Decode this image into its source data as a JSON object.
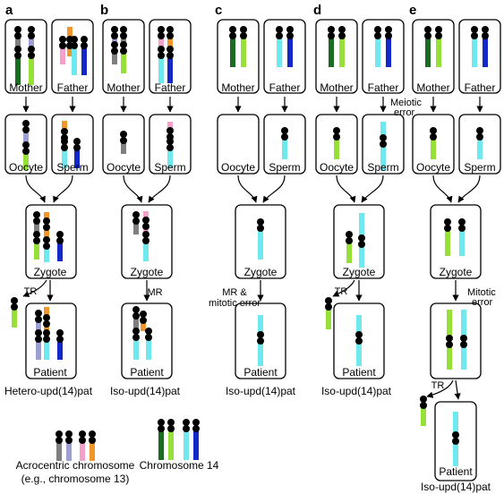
{
  "panels": {
    "a": {
      "letter": "a",
      "mother": "Mother",
      "father": "Father",
      "oocyte": "Oocyte",
      "sperm": "Sperm",
      "zygote": "Zygote",
      "patient": "Patient",
      "event": "TR",
      "caption": "Hetero-upd(14)pat"
    },
    "b": {
      "letter": "b",
      "mother": "Mother",
      "father": "Father",
      "oocyte": "Oocyte",
      "sperm": "Sperm",
      "zygote": "Zygote",
      "patient": "Patient",
      "event": "MR",
      "caption": "Iso-upd(14)pat"
    },
    "c": {
      "letter": "c",
      "mother": "Mother",
      "father": "Father",
      "oocyte": "Oocyte",
      "sperm": "Sperm",
      "zygote": "Zygote",
      "patient": "Patient",
      "event1": "MR &",
      "event2": "mitotic error",
      "caption": "Iso-upd(14)pat"
    },
    "d": {
      "letter": "d",
      "mother": "Mother",
      "father": "Father",
      "oocyte": "Oocyte",
      "sperm": "Sperm",
      "zygote": "Zygote",
      "patient": "Patient",
      "meiotic1": "Meiotic",
      "meiotic2": "error",
      "event": "TR",
      "caption": "Iso-upd(14)pat"
    },
    "e": {
      "letter": "e",
      "mother": "Mother",
      "father": "Father",
      "oocyte": "Oocyte",
      "sperm": "Sperm",
      "zygote": "Zygote",
      "patient": "Patient",
      "mitotic1": "Mitotic",
      "mitotic2": "error",
      "event": "TR",
      "caption": "Iso-upd(14)pat"
    }
  },
  "legend": {
    "acro1": "Acrocentric chromosome",
    "acro2": "(e.g., chromosome 13)",
    "chr14": "Chromosome 14"
  },
  "colors": {
    "centromere": "#000000",
    "maternal_acro": "#7f7f7f",
    "maternal_acro2": "#9d9fd2",
    "paternal_acro": "#f5a0c8",
    "paternal_acro2": "#f0962a",
    "maternal14_a": "#1c6b22",
    "maternal14_b": "#96e038",
    "paternal14_a": "#6fe8ee",
    "paternal14_b": "#1428c8"
  }
}
